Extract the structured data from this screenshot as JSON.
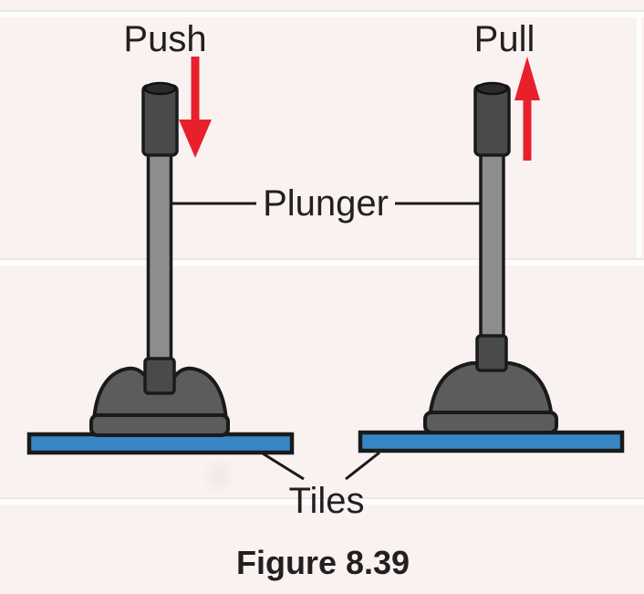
{
  "labels": {
    "push": "Push",
    "pull": "Pull",
    "plunger": "Plunger",
    "tiles": "Tiles"
  },
  "caption": "Figure 8.39",
  "colors": {
    "background": "#f9f2f1",
    "tile_blue": "#3787c7",
    "arrow_red": "#e8202c",
    "cup_gray": "#5c5c5c",
    "grip_gray": "#4a4a4a",
    "stick_gray": "#8d8d8d",
    "cap_gray": "#2b2b2b",
    "outline_black": "#1a1a1a",
    "text_black": "#231f20"
  }
}
